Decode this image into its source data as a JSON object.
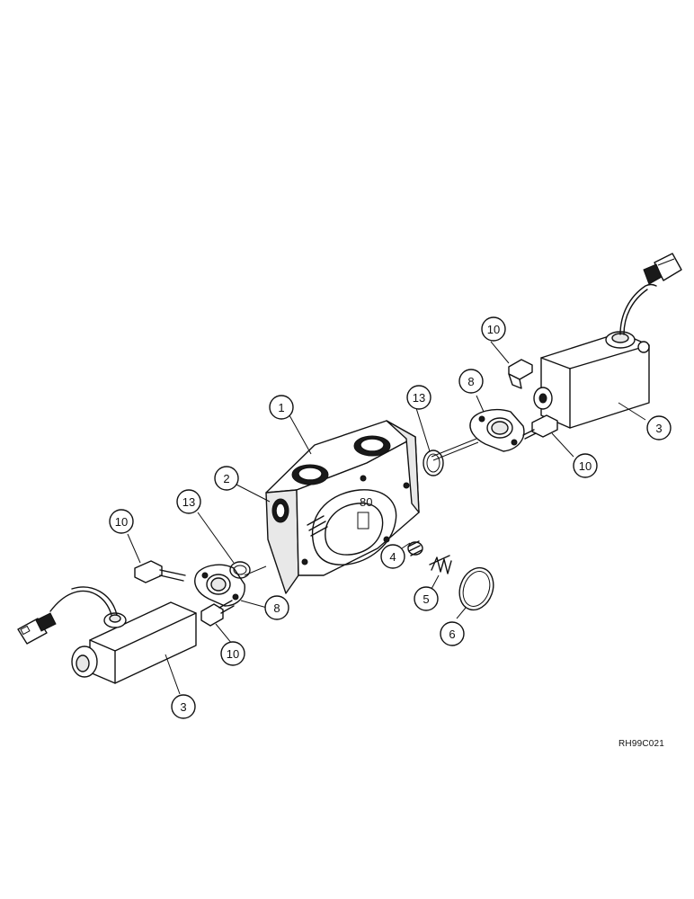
{
  "drawing_code": "RH99C021",
  "callouts": [
    {
      "id": "c1",
      "number": "1"
    },
    {
      "id": "c2",
      "number": "2"
    },
    {
      "id": "c3a",
      "number": "3"
    },
    {
      "id": "c3b",
      "number": "3"
    },
    {
      "id": "c4",
      "number": "4"
    },
    {
      "id": "c5",
      "number": "5"
    },
    {
      "id": "c6",
      "number": "6"
    },
    {
      "id": "c8a",
      "number": "8"
    },
    {
      "id": "c8b",
      "number": "8"
    },
    {
      "id": "c10a",
      "number": "10"
    },
    {
      "id": "c10b",
      "number": "10"
    },
    {
      "id": "c10c",
      "number": "10"
    },
    {
      "id": "c10d",
      "number": "10"
    },
    {
      "id": "c13a",
      "number": "13"
    },
    {
      "id": "c13b",
      "number": "13"
    }
  ]
}
